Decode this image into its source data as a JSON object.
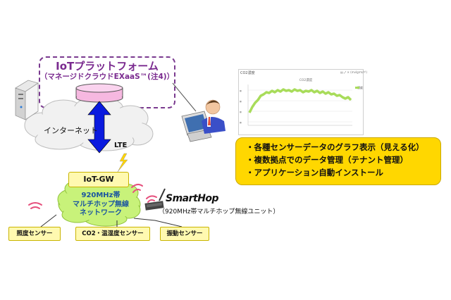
{
  "platform": {
    "title": "IoTプラットフォーム",
    "subtitle": "（マネージドクラウドEXaaS™(注4)）"
  },
  "network": {
    "internet_label": "インターネット",
    "lte_label": "LTE",
    "gateway_label": "IoT-GW",
    "mesh_line1": "920MHz帯",
    "mesh_line2": "マルチホップ無線",
    "mesh_line3": "ネットワーク"
  },
  "smarthop": {
    "logo": "SmartHop",
    "description": "（920MHz帯マルチホップ無線ユニット）"
  },
  "sensors": [
    {
      "label": "照度センサー"
    },
    {
      "label": "CO2・温湿度センサー"
    },
    {
      "label": "振動センサー"
    }
  ],
  "features": [
    "・各種センサーデータのグラフ表示（見える化）",
    "・複数拠点でのデータ管理（テナント管理）",
    "・アプリケーション自動インストール"
  ],
  "colors": {
    "platform_border": "#7a3a8f",
    "platform_text": "#7a2a8f",
    "cylinder": "#f6b8e0",
    "arrow": "#0a1adf",
    "sensor_fill": "#fff9b0",
    "mesh_cloud": "#c8f27a",
    "features_fill": "#ffd700",
    "chart_line": "#a8dc5a"
  },
  "chart_thumbnail": {
    "label": "CO2濃度",
    "title": "CO2濃度",
    "menu": "▤ ⤢ ✕ (mvlgrm/¹⁄¹)",
    "legend": "濃度"
  }
}
